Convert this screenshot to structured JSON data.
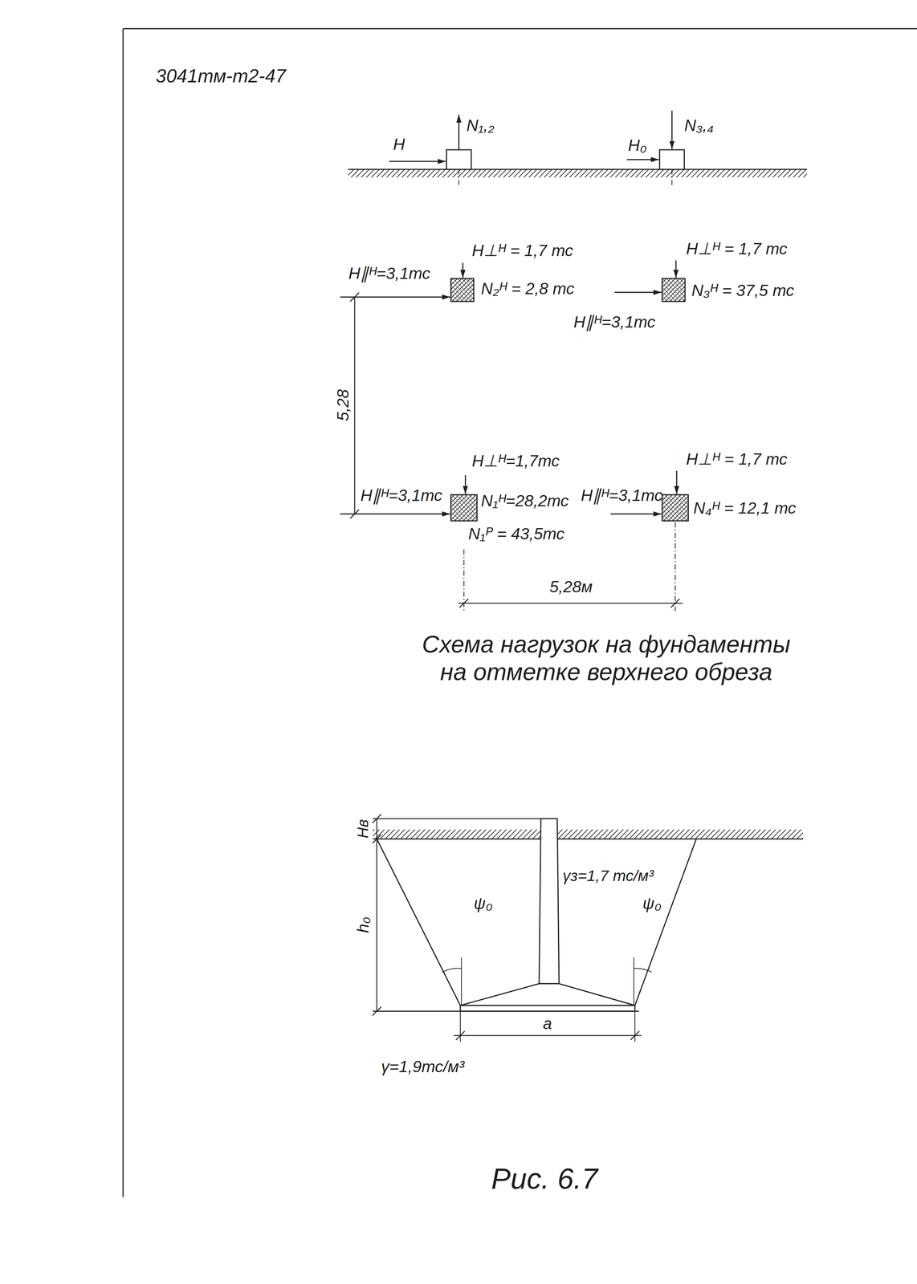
{
  "diagram": {
    "caption": "Рис. 6.7",
    "labels": [
      "3041тм-т2-47",
      "H",
      "N₁,₂",
      "H₀",
      "N₃,₄",
      "H⊥ᴴ = 1,7 тс",
      "H∥ᴴ=3,1тс",
      "N₂ᴴ = 2,8 тс",
      "H⊥ᴴ = 1,7 тс",
      "N₃ᴴ = 37,5 тс",
      "H∥ᴴ=3,1тс",
      "5,28",
      "H⊥ᴴ=1,7тс",
      "H∥ᴴ=3,1тс",
      "N₁ᴴ=28,2тс",
      "N₁ᴾ = 43,5тс",
      "H∥ᴴ=3,1тс",
      "H⊥ᴴ = 1,7 тс",
      "N₄ᴴ = 12,1 тс",
      "5,28м",
      "Схема нагрузок на фундаменты на отметке верхнего обреза",
      "Hв",
      "h₀",
      "ψ₀",
      "ψ₀",
      "γз=1,7 тс/м³",
      "a",
      "γ=1,9тс/м³"
    ]
  }
}
